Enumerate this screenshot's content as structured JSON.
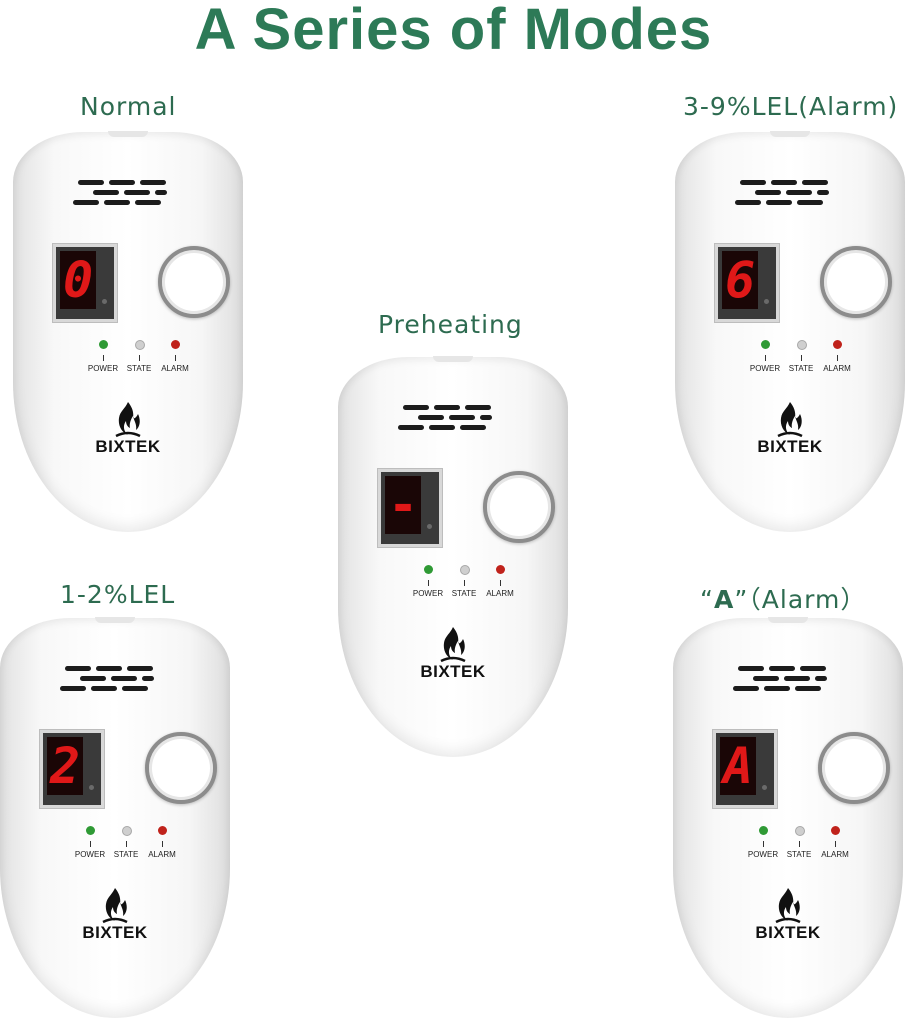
{
  "title": "A Series of Modes",
  "brand": "BIXTEK",
  "led_labels": {
    "power": "POWER",
    "state": "STATE",
    "alarm": "ALARM"
  },
  "colors": {
    "title": "#2d7a57",
    "label": "#2d6b50",
    "digit": "#e01818",
    "power_led": "#2f9a35",
    "alarm_led": "#c0221b"
  },
  "icons": {
    "logo": "flame-icon"
  },
  "modes": [
    {
      "label": "Normal",
      "digit": "0"
    },
    {
      "label": "3-9%LEL(Alarm)",
      "digit": "6"
    },
    {
      "label": "Preheating",
      "digit": "-"
    },
    {
      "label": "1-2%LEL",
      "digit": "2"
    },
    {
      "label_quote_open": "“",
      "label_letter": "A",
      "label_quote_close": "”",
      "label_rest": "（Alarm）",
      "digit": "A"
    }
  ]
}
